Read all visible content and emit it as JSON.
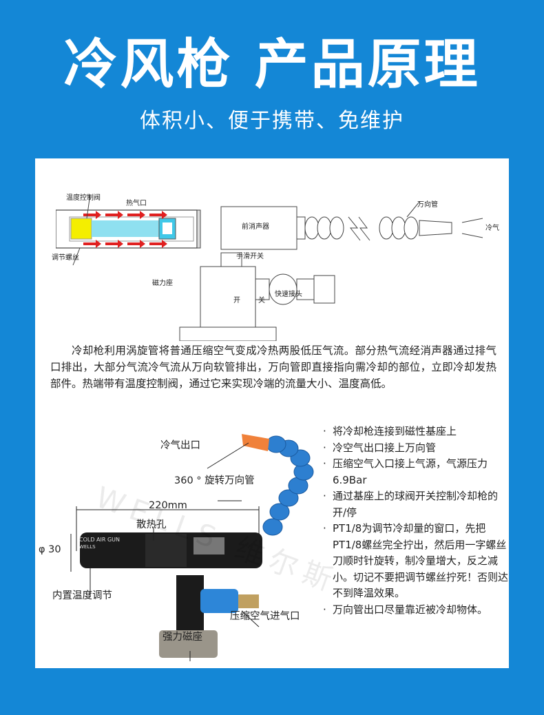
{
  "header": {
    "title": "冷风枪 产品原理",
    "subtitle": "体积小、便于携带、免维护"
  },
  "diagram_top": {
    "labels": {
      "temp_valve": "温度控制阀",
      "hot_outlet": "热气口",
      "adjust_screw": "调节螺丝",
      "front_muffler": "前消声器",
      "flex_pipe": "万向管",
      "cold_air": "冷气",
      "slide_switch": "手滑开关",
      "magnetic_base": "磁力座",
      "quick_connector": "快速接头",
      "open": "开",
      "close": "关"
    }
  },
  "description": "冷却枪利用涡旋管将普通压缩空气变成冷热两股低压气流。部分热气流经消声器通过排气口排出，大部分气流冷气流从万向软管排出，万向管即直接指向需冷却的部位，立即冷却发热部件。热端带有温度控制阀，通过它来实现冷端的流量大小、温度高低。",
  "diagram_bottom": {
    "labels": {
      "cold_outlet": "冷气出口",
      "rotating_pipe": "360 ° 旋转万向管",
      "length": "220mm",
      "heat_holes": "散热孔",
      "diameter": "φ 30",
      "builtin_temp": "内置温度调节",
      "air_inlet": "压缩空气进气口",
      "strong_base": "强力磁座",
      "gun_brand": "COLD AIR GUN",
      "gun_maker": "WELLS"
    }
  },
  "bullets": [
    "将冷却枪连接到磁性基座上",
    "冷空气出口接上万向管",
    "压缩空气入口接上气源，气源压力6.9Bar",
    "通过基座上的球阀开关控制冷却枪的开/停",
    "PT1/8为调节冷却量的窗口，先把PT1/8螺丝完全拧出，然后用一字螺丝刀顺时针旋转，制冷量增大，反之减小。切记不要把调节螺丝拧死！否则达不到降温效果。",
    "万向管出口尽量靠近被冷却物体。"
  ],
  "bullet_marker": "·",
  "watermark": "WELLS 维尔斯"
}
